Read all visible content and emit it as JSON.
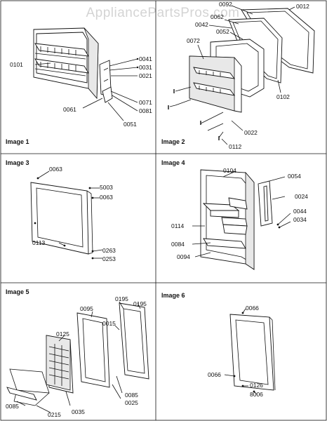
{
  "watermark": "AppliancePartsPros.com",
  "panels": [
    {
      "title": "Image 1",
      "labels": [
        "0101",
        "0041",
        "0031",
        "0021",
        "0061",
        "0071",
        "0081",
        "0051"
      ]
    },
    {
      "title": "Image 2",
      "labels": [
        "0092",
        "0012",
        "0042",
        "0062",
        "0052",
        "0072",
        "0102",
        "0022",
        "0112"
      ]
    },
    {
      "title": "Image 3",
      "labels": [
        "0063",
        "5003",
        "0063",
        "0113",
        "0263",
        "0253"
      ]
    },
    {
      "title": "Image 4",
      "labels": [
        "0104",
        "0054",
        "0024",
        "0114",
        "0084",
        "0094",
        "0044",
        "0034"
      ]
    },
    {
      "title": "Image 5",
      "labels": [
        "0195",
        "0195",
        "0095",
        "0015",
        "0125",
        "0085",
        "0025",
        "0085",
        "0215",
        "0035"
      ]
    },
    {
      "title": "Image 6",
      "labels": [
        "0066",
        "0066",
        "0126",
        "8006"
      ]
    }
  ]
}
